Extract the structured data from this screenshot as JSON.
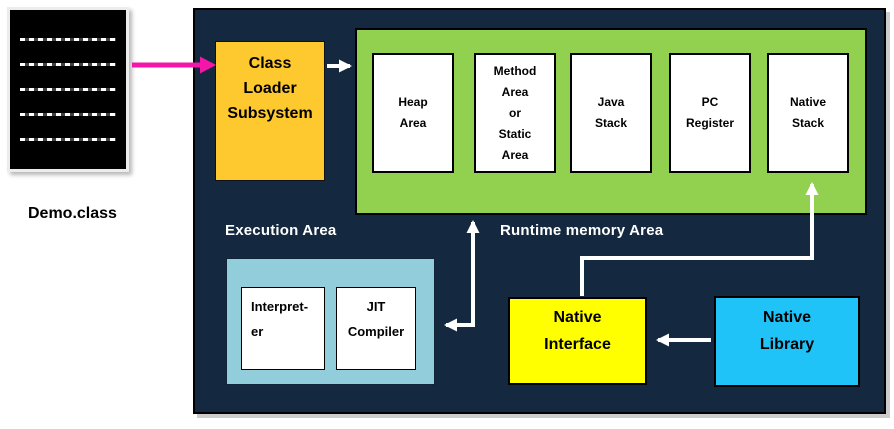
{
  "source_file": {
    "label": "Demo.class",
    "dash_line_count": 5
  },
  "panel": {
    "class_loader": {
      "label": "Class\nLoader\nSubsystem"
    },
    "runtime_area": {
      "label": "Runtime memory Area",
      "boxes": [
        "Heap\nArea",
        "Method\nArea\nor\nStatic\nArea",
        "Java\nStack",
        "PC\nRegister",
        "Native\nStack"
      ]
    },
    "execution_area": {
      "label": "Execution Area",
      "boxes": [
        "Interpret-\ner",
        "JIT\nCompiler"
      ]
    },
    "native_interface": {
      "label": "Native\nInterface"
    },
    "native_library": {
      "label": "Native\nLibrary"
    }
  },
  "colors": {
    "panel_background": "#14293F",
    "runtime_area_green": "#92D050",
    "class_loader_orange": "#FEC82F",
    "native_interface_yellow": "#FFFF00",
    "native_library_cyan": "#1FC3F8",
    "execution_area_blue": "#92CDDC",
    "flow_arrow_white": "#FFFFFF",
    "load_arrow_magenta": "#F316A9"
  },
  "arrows": [
    {
      "name": "demo-class-to-class-loader",
      "color": "#F316A9"
    },
    {
      "name": "class-loader-to-runtime-area",
      "color": "#FFFFFF"
    },
    {
      "name": "execution-area-to-runtime-area",
      "color": "#FFFFFF"
    },
    {
      "name": "native-interface-to-native-stack",
      "color": "#FFFFFF"
    },
    {
      "name": "native-library-to-native-interface",
      "color": "#FFFFFF"
    }
  ]
}
